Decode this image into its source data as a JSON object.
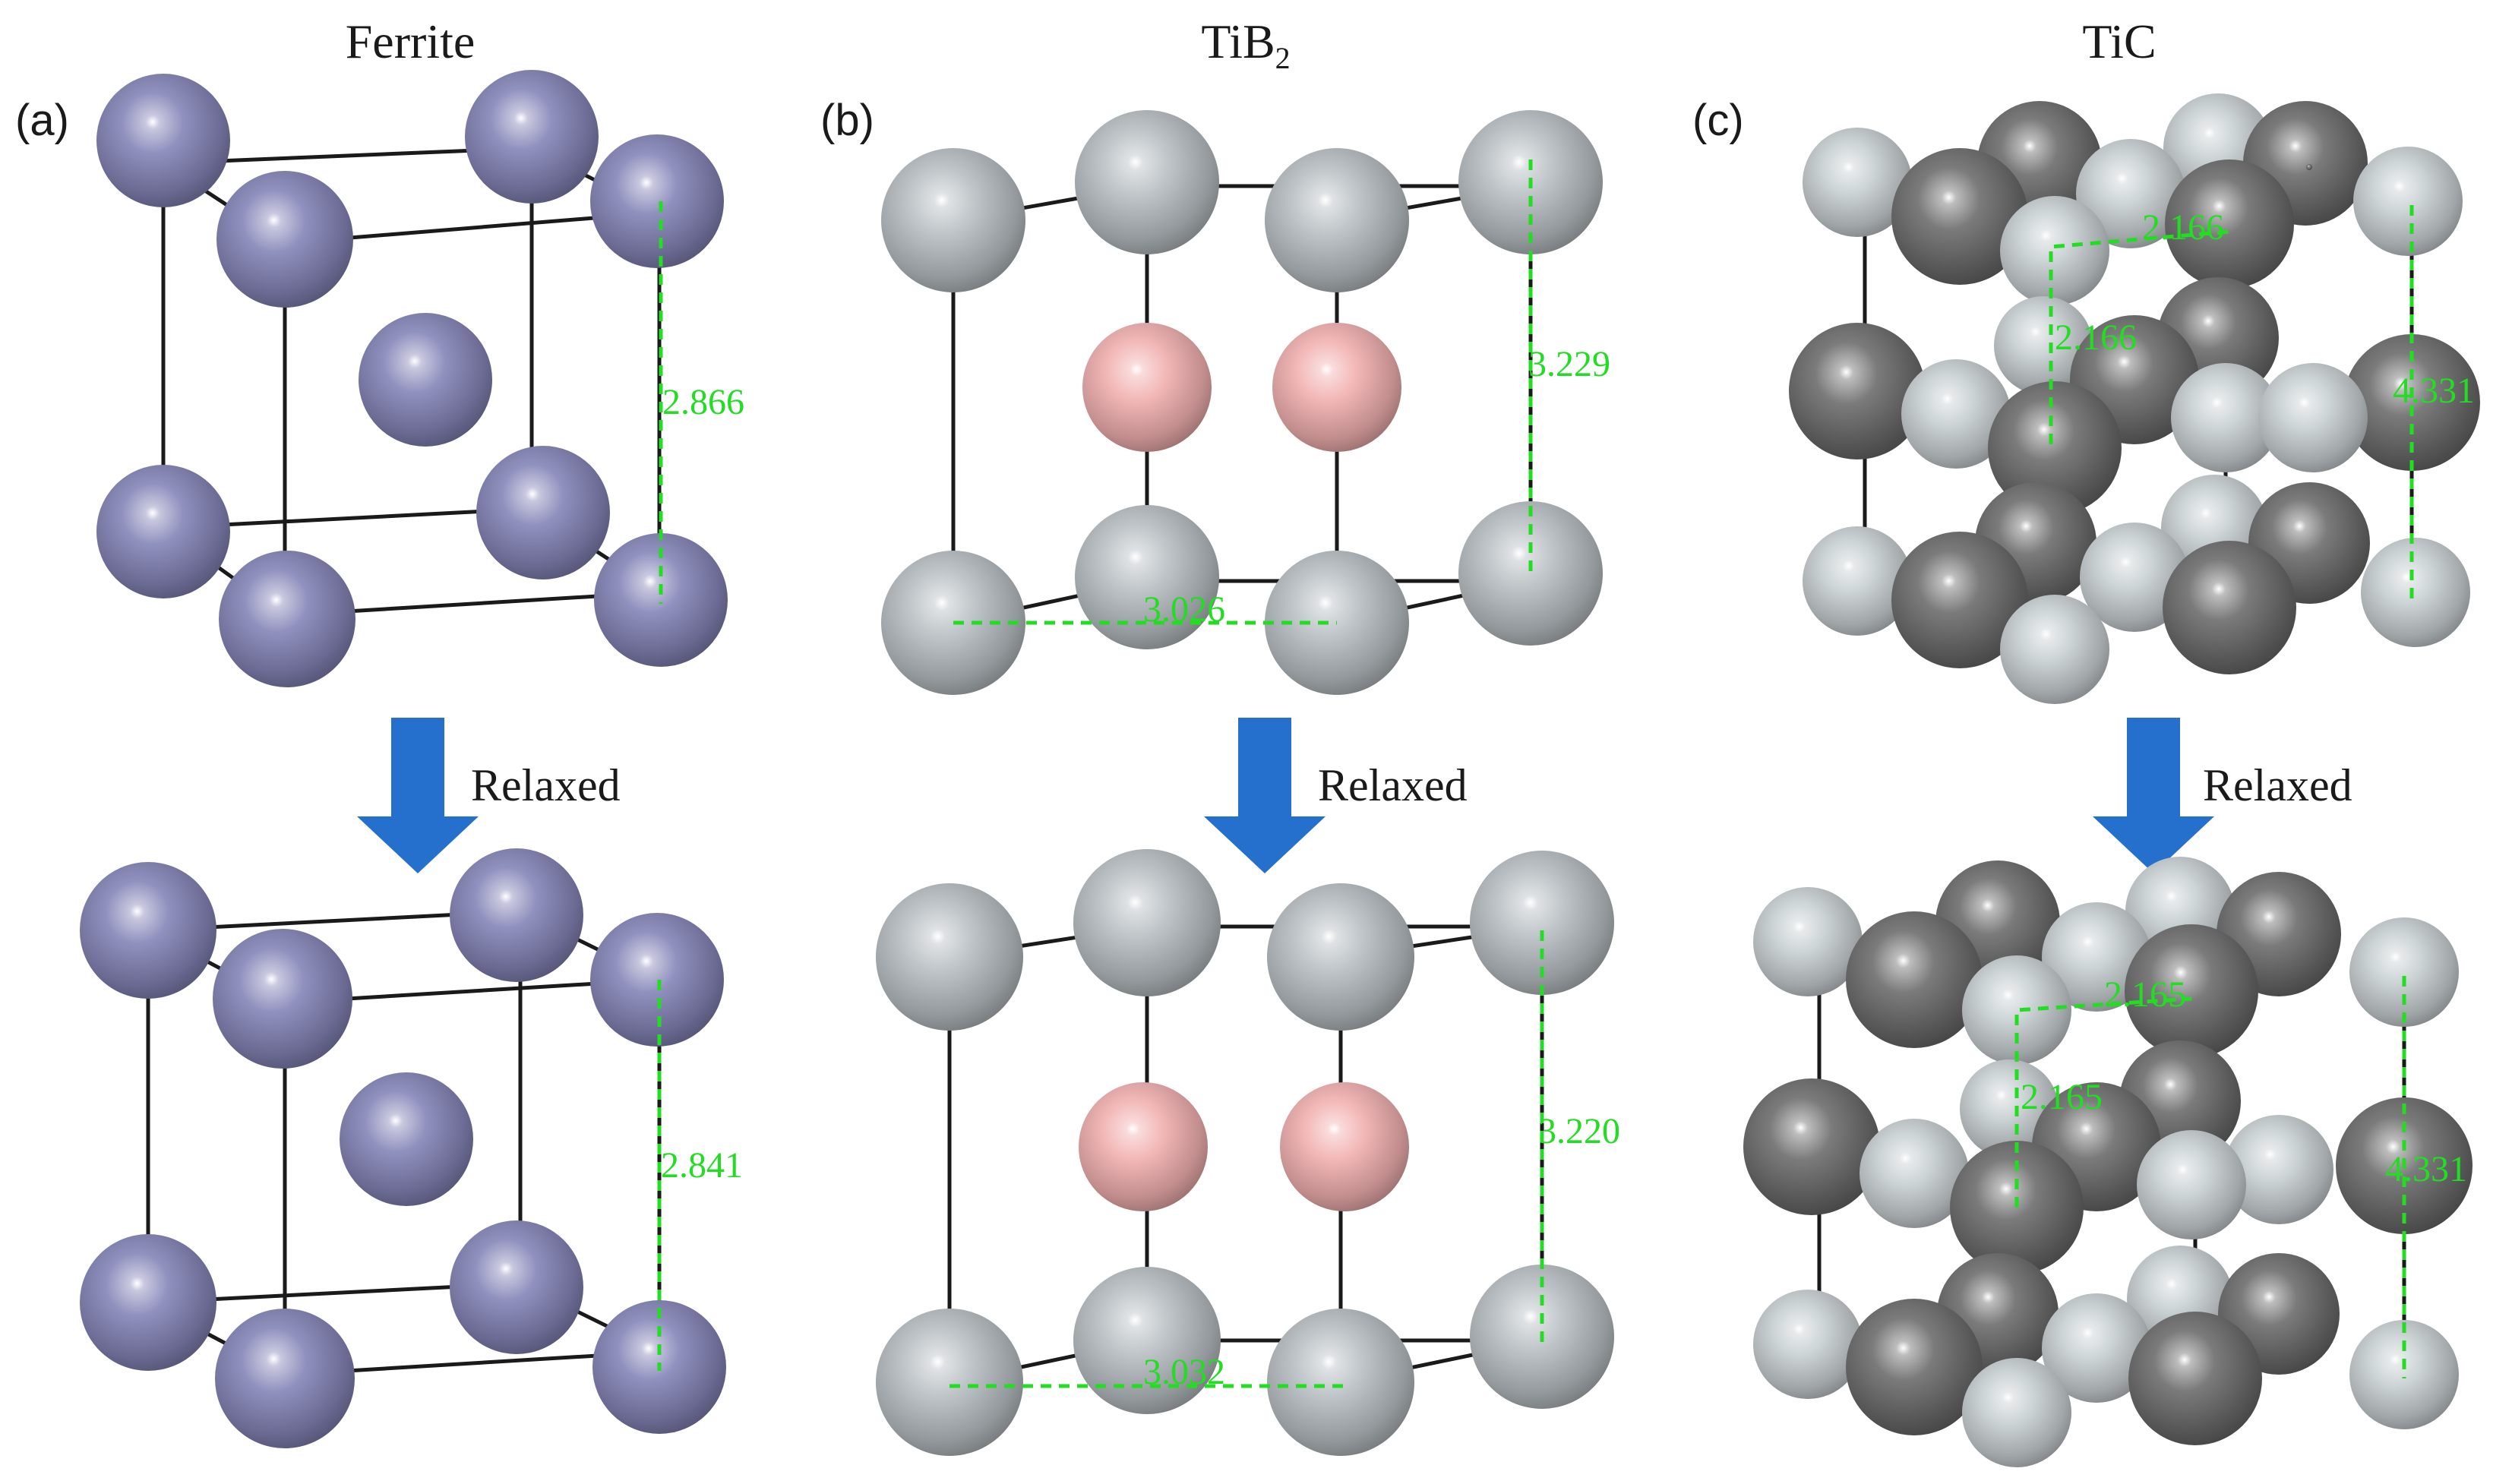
{
  "colors": {
    "fe": "#8585b8",
    "ti": "#b8bfc3",
    "b": "#f2b0b0",
    "c": "#6c6c6c",
    "ti_light": "#c9d0d3",
    "measure": "#22dd22",
    "arrow": "#2470cc",
    "edge": "#1a1a1a"
  },
  "panels": [
    {
      "label": "(a)",
      "title": "Ferrite",
      "relaxed_text": "Relaxed",
      "before": {
        "measure_c": "2.866"
      },
      "after": {
        "measure_c": "2.841"
      }
    },
    {
      "label": "(b)",
      "title_main": "TiB",
      "title_sub": "2",
      "relaxed_text": "Relaxed",
      "before": {
        "measure_c": "3.229",
        "measure_a": "3.026"
      },
      "after": {
        "measure_c": "3.220",
        "measure_a": "3.032"
      }
    },
    {
      "label": "(c)",
      "title": "TiC",
      "relaxed_text": "Relaxed",
      "before": {
        "measure_h": "2.166",
        "measure_v": "2.166",
        "measure_c": "4.331"
      },
      "after": {
        "measure_h": "2.165",
        "measure_v": "2.165",
        "measure_c": "4.331"
      }
    }
  ]
}
